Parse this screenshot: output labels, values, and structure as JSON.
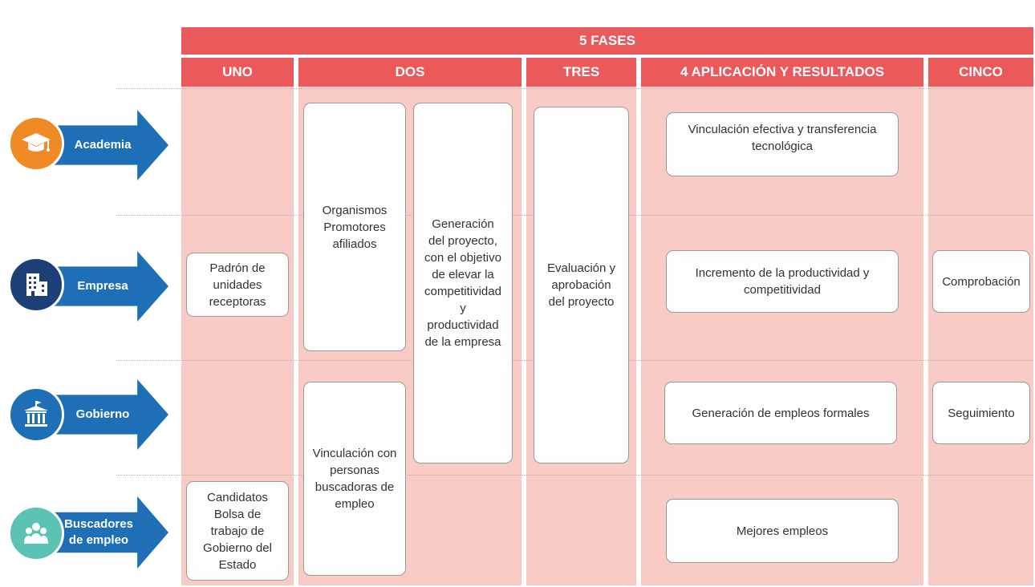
{
  "header": {
    "title": "5 FASES",
    "phases": [
      "UNO",
      "DOS",
      "TRES",
      "4 APLICACIÓN Y RESULTADOS",
      "CINCO"
    ]
  },
  "actors": [
    {
      "label": "Academia",
      "icon": "graduation-cap-icon",
      "color": "#f08a24"
    },
    {
      "label": "Empresa",
      "icon": "building-icon",
      "color": "#1c3f77"
    },
    {
      "label": "Gobierno",
      "icon": "government-building-icon",
      "color": "#1e6fb5"
    },
    {
      "label": "Buscadores\nde empleo",
      "icon": "people-group-icon",
      "color": "#5cc2b4"
    }
  ],
  "boxes": {
    "padron": "Padrón de\nunidades\nreceptoras",
    "candidatos": "Candidatos\nBolsa de\ntrabajo de\nGobierno del\nEstado",
    "organismos": "Organismos\nPromotores\nafiliados",
    "vinculacion_personas": "Vinculación con\npersonas\nbuscadoras de\nempleo",
    "generacion_proyecto": "Generación\ndel proyecto,\ncon el objetivo\nde elevar la\ncompetitividad\ny\nproductividad\nde la empresa",
    "evaluacion": "Evaluación y\naprobación\ndel proyecto",
    "vinculacion_efectiva": "Vinculación efectiva y transferencia\ntecnológica",
    "incremento": "Incremento de la productividad y\ncompetitividad",
    "generacion_empleos": "Generación de empleos formales",
    "mejores_empleos": "Mejores empleos",
    "comprobacion": "Comprobación",
    "seguimiento": "Seguimiento"
  },
  "colors": {
    "banner": "#ea5a5a",
    "column": "#f9cbc6",
    "arrow": "#1e6fb5"
  }
}
